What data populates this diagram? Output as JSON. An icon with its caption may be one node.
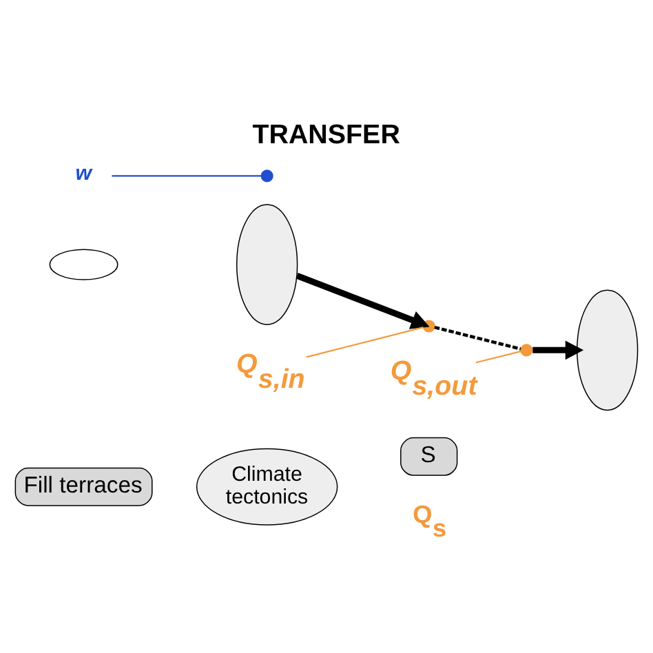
{
  "diagram": {
    "title": "TRANSFER",
    "nodes": [
      {
        "text": [
          "S"
        ]
      },
      {
        "text": [
          "Fill terraces"
        ]
      },
      {
        "text": [],
        "shape": "ellipse"
      },
      {
        "text": [],
        "shape": "ellipse"
      },
      {
        "text": [
          "Climate",
          "tectonics"
        ]
      },
      {
        "text": [],
        "shape": "ellipse"
      },
      {
        "text": [],
        "shape": "circle"
      },
      {
        "text": [],
        "shape": "circle"
      },
      {
        "text": [],
        "shape": "circle"
      },
      {
        "text": [
          "w"
        ]
      },
      {
        "text": [
          "Q$_{s,in}$"
        ]
      },
      {
        "text": [
          "Q$_{s,out}$"
        ]
      }
    ],
    "edges": [
      {
        "from": 3,
        "to": 7,
        "arrow": "to",
        "style": "thick"
      },
      {
        "from": 7,
        "to": 8,
        "arrow": "none",
        "style": "dashed"
      },
      {
        "from": 8,
        "to": 5,
        "arrow": "to",
        "style": "thick"
      },
      {
        "from": 9,
        "to": 6,
        "arrow": "none",
        "color": "#1f4fd0"
      },
      {
        "from": 10,
        "to": 7,
        "arrow": "none",
        "color": "#f39a3c"
      },
      {
        "from": 11,
        "to": 8,
        "arrow": "none",
        "color": "#f39a3c"
      }
    ],
    "labels": [
      "Q$_{s}$"
    ]
  }
}
